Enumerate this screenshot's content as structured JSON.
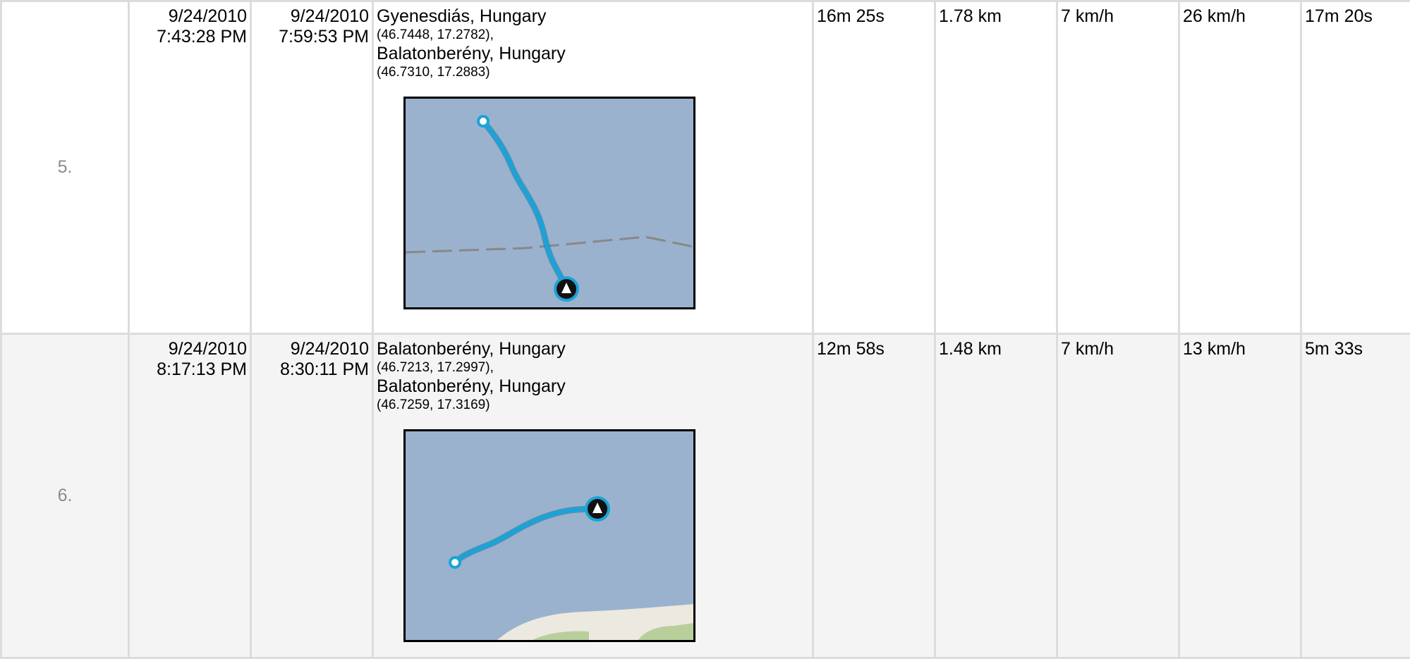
{
  "colors": {
    "water": "#9ab2cd",
    "route": "#1ba3d8",
    "land": "#ece9e0",
    "park": "#b8cf9c",
    "row_alt": "#f4f4f4",
    "grid": "#dcdcdc"
  },
  "rows": [
    {
      "index": "5.",
      "start": {
        "date": "9/24/2010",
        "time": "7:43:28 PM"
      },
      "end": {
        "date": "9/24/2010",
        "time": "7:59:53 PM"
      },
      "from_place": "Gyenesdiás, Hungary",
      "from_coord": "(46.7448, 17.2782),",
      "to_place": "Balatonberény, Hungary",
      "to_coord": "(46.7310, 17.2883)",
      "duration": "16m 25s",
      "distance": "1.78 km",
      "avg_speed": "7 km/h",
      "max_speed": "26 km/h",
      "idle": "17m 20s",
      "map_icons": [
        "start-dot-icon",
        "end-arrow-icon"
      ]
    },
    {
      "index": "6.",
      "start": {
        "date": "9/24/2010",
        "time": "8:17:13 PM"
      },
      "end": {
        "date": "9/24/2010",
        "time": "8:30:11 PM"
      },
      "from_place": "Balatonberény, Hungary",
      "from_coord": "(46.7213, 17.2997),",
      "to_place": "Balatonberény, Hungary",
      "to_coord": "(46.7259, 17.3169)",
      "duration": "12m 58s",
      "distance": "1.48 km",
      "avg_speed": "7 km/h",
      "max_speed": "13 km/h",
      "idle": "5m 33s",
      "map_icons": [
        "start-dot-icon",
        "end-arrow-icon"
      ]
    }
  ]
}
